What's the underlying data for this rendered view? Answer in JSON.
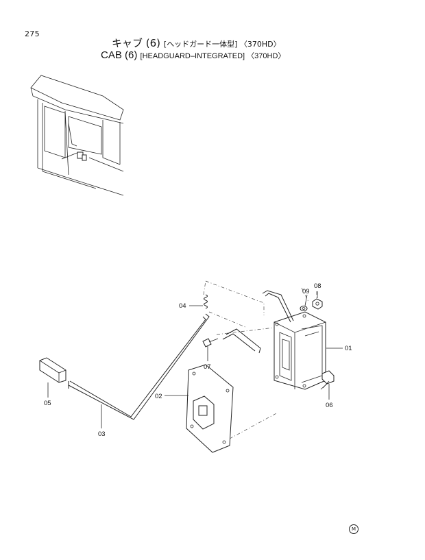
{
  "page": {
    "number": "275"
  },
  "title": {
    "jp_main": "キャブ (6)",
    "jp_sub": "[ヘッドガード一体型] 〈370HD〉",
    "en_main": "CAB (6)",
    "en_sub": "[HEADGUARD–INTEGRATED] 〈370HD〉"
  },
  "callouts": [
    "01",
    "02",
    "03",
    "04",
    "05",
    "06",
    "07",
    "08",
    "09"
  ],
  "footer": {
    "mark": "M"
  }
}
